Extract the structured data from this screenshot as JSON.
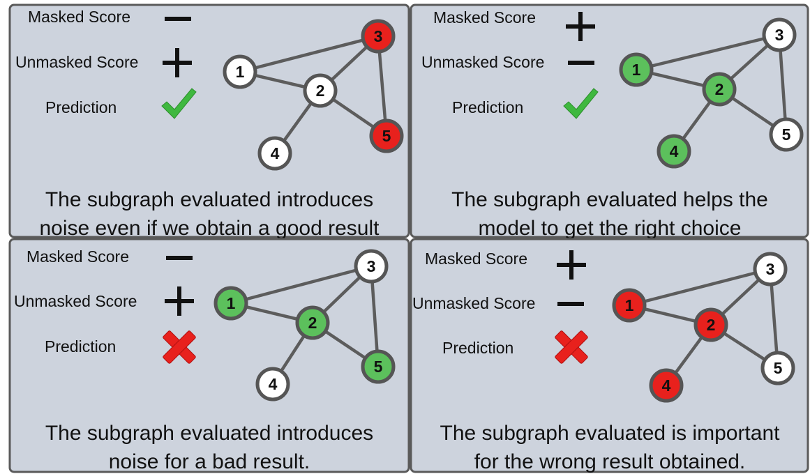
{
  "colors": {
    "panel_bg": "#cdd3dd",
    "panel_border": "#5a5a5a",
    "node_white": "#ffffff",
    "node_green": "#5cc05c",
    "node_red": "#e8211d",
    "node_border": "#555555",
    "check": "#3fb83f",
    "cross": "#e8211d"
  },
  "panels": [
    {
      "masked_label": "Masked Score",
      "unmasked_label": "Unmasked Score",
      "prediction_label": "Prediction",
      "masked_sign": "minus",
      "unmasked_sign": "plus",
      "prediction_icon": "check-icon",
      "node_colors": [
        "white",
        "white",
        "red",
        "white",
        "red"
      ],
      "node_labels": [
        "1",
        "2",
        "3",
        "4",
        "5"
      ],
      "caption_line1": "The subgraph evaluated introduces",
      "caption_line2": "noise even if we obtain a good result"
    },
    {
      "masked_label": "Masked Score",
      "unmasked_label": "Unmasked Score",
      "prediction_label": "Prediction",
      "masked_sign": "plus",
      "unmasked_sign": "minus",
      "prediction_icon": "check-icon",
      "node_colors": [
        "green",
        "green",
        "white",
        "green",
        "white"
      ],
      "node_labels": [
        "1",
        "2",
        "3",
        "4",
        "5"
      ],
      "caption_line1": "The subgraph evaluated helps the",
      "caption_line2": "model to get the right choice"
    },
    {
      "masked_label": "Masked Score",
      "unmasked_label": "Unmasked Score",
      "prediction_label": "Prediction",
      "masked_sign": "minus",
      "unmasked_sign": "plus",
      "prediction_icon": "cross-icon",
      "node_colors": [
        "green",
        "green",
        "white",
        "white",
        "green"
      ],
      "node_labels": [
        "1",
        "2",
        "3",
        "4",
        "5"
      ],
      "caption_line1": "The subgraph evaluated introduces",
      "caption_line2": "noise for a bad result."
    },
    {
      "masked_label": "Masked Score",
      "unmasked_label": "Unmasked Score",
      "prediction_label": "Prediction",
      "masked_sign": "plus",
      "unmasked_sign": "minus",
      "prediction_icon": "cross-icon",
      "node_colors": [
        "red",
        "red",
        "white",
        "red",
        "white"
      ],
      "node_labels": [
        "1",
        "2",
        "3",
        "4",
        "5"
      ],
      "caption_line1": "The subgraph evaluated is important",
      "caption_line2": "for the wrong result obtained."
    }
  ]
}
